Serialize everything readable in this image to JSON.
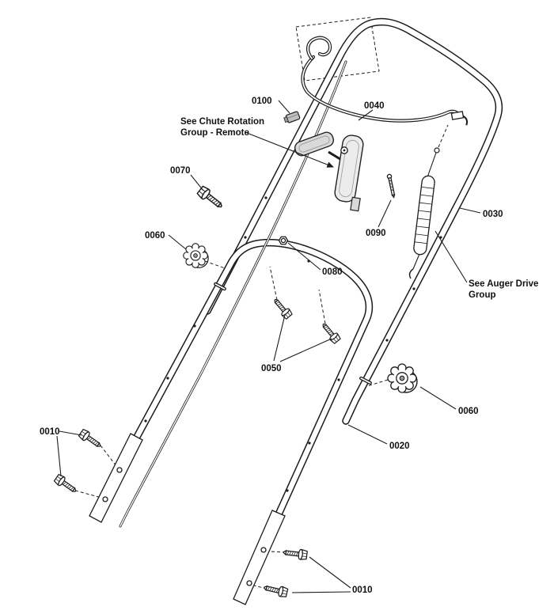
{
  "diagram": {
    "type": "exploded-parts-diagram",
    "subject": "snow-thrower-handle-assembly",
    "background_color": "#ffffff",
    "line_color": "#1c1c1c",
    "labels": {
      "l0100": "0100",
      "l0040": "0040",
      "l0070": "0070",
      "l0030": "0030",
      "l0090": "0090",
      "l0060_left": "0060",
      "l0080": "0080",
      "l0050": "0050",
      "l0060_right": "0060",
      "l0020": "0020",
      "l0010_left": "0010",
      "l0010_bottom": "0010"
    },
    "callouts": {
      "chute": {
        "line1": "See Chute Rotation",
        "line2": "Group - Remote"
      },
      "auger": {
        "line1": "See Auger Drive",
        "line2": "Group"
      }
    },
    "parts": [
      {
        "id": "0010",
        "kind": "hex-bolt"
      },
      {
        "id": "0020",
        "kind": "lower-handle"
      },
      {
        "id": "0030",
        "kind": "upper-handle"
      },
      {
        "id": "0040",
        "kind": "cable"
      },
      {
        "id": "0050",
        "kind": "hex-bolt"
      },
      {
        "id": "0060",
        "kind": "star-knob"
      },
      {
        "id": "0070",
        "kind": "hex-bolt"
      },
      {
        "id": "0080",
        "kind": "nut"
      },
      {
        "id": "0090",
        "kind": "pin"
      },
      {
        "id": "0100",
        "kind": "clip"
      }
    ]
  }
}
